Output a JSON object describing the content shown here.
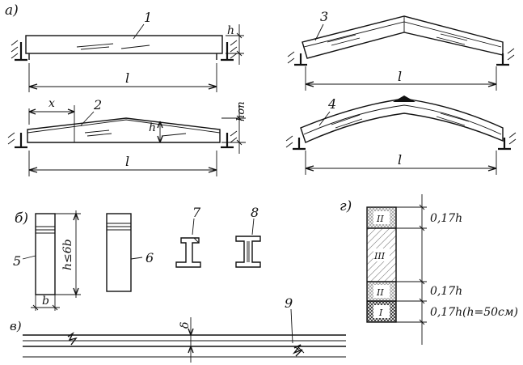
{
  "panels": {
    "a": {
      "label": "а)"
    },
    "b": {
      "label": "б)"
    },
    "v": {
      "label": "в)"
    },
    "g": {
      "label": "г)"
    }
  },
  "beams": {
    "beam1": {
      "num": "1",
      "span": "l",
      "height": "h"
    },
    "beam2": {
      "num": "2",
      "span": "l",
      "x_label": "x",
      "h_label": "h",
      "hop_label": "hоп"
    },
    "beam3": {
      "num": "3",
      "span": "l"
    },
    "beam4": {
      "num": "4",
      "span": "l"
    }
  },
  "sections": {
    "s5": {
      "num": "5",
      "width": "b",
      "height_rule": "h≤6b"
    },
    "s6": {
      "num": "6"
    },
    "s7": {
      "num": "7"
    },
    "s8": {
      "num": "8"
    }
  },
  "slab": {
    "num": "9",
    "thickness": "δ"
  },
  "zones": {
    "zone_labels": [
      "II",
      "III",
      "II",
      "I"
    ],
    "dim_top": "0,17h",
    "dim_mid": "0,17h",
    "dim_bot": "0,17h",
    "note": "(h=50см)"
  }
}
